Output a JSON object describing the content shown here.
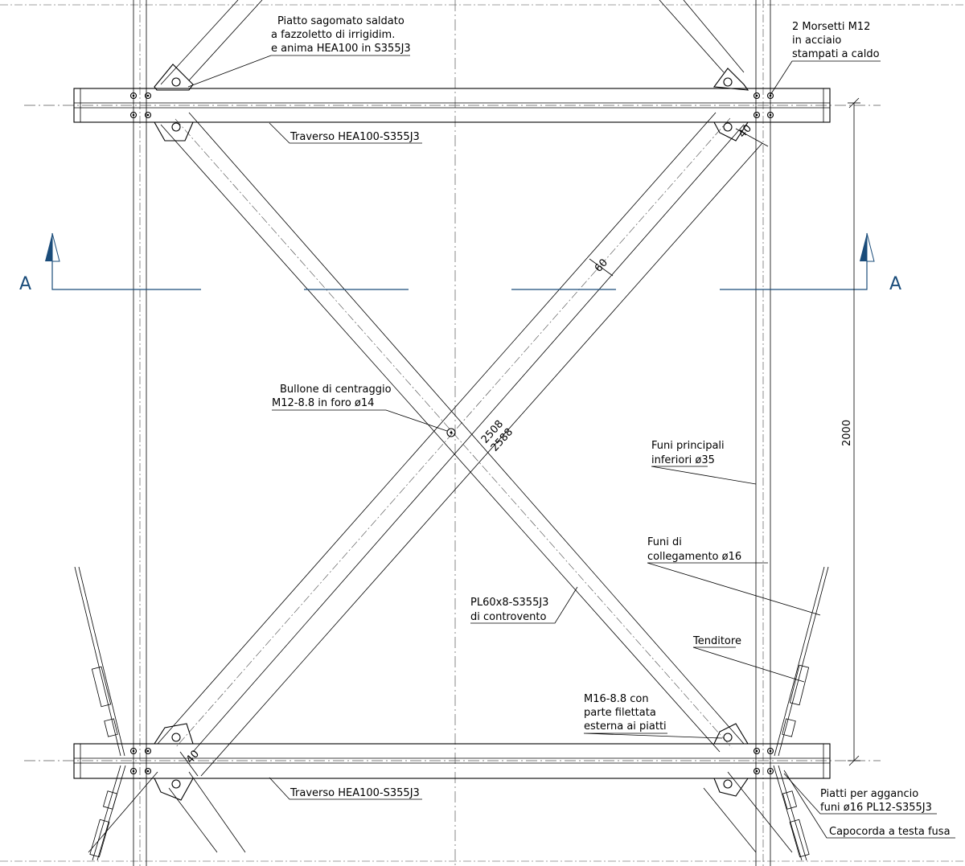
{
  "labels": {
    "piatto_sagomato": [
      "Piatto sagomato saldato",
      "a fazzoletto di irrigidim.",
      "e anima HEA100 in S355J3"
    ],
    "morsetti": [
      "2 Morsetti M12",
      "in acciaio",
      "stampati a caldo"
    ],
    "traverso_top": "Traverso HEA100-S355J3",
    "traverso_bottom": "Traverso HEA100-S355J3",
    "bullone": [
      "Bullone di centraggio",
      "M12-8.8 in foro ø14"
    ],
    "funi_principali": [
      "Funi principali",
      "inferiori ø35"
    ],
    "funi_collegamento": [
      "Funi di",
      "collegamento ø16"
    ],
    "controvento": [
      "PL60x8-S355J3",
      "di controvento"
    ],
    "tenditore": "Tenditore",
    "m16": [
      "M16-8.8 con",
      "parte filettata",
      "esterna ai piatti"
    ],
    "piatti_aggancio": [
      "Piatti per aggancio",
      "funi ø16 PL12-S355J3"
    ],
    "capocorda": "Capocorda a testa fusa"
  },
  "dimensions": {
    "d40_top": "40",
    "d60": "60",
    "d2508": "2508",
    "d2588": "2588",
    "d2000": "2000",
    "d40_bottom": "40"
  },
  "section": {
    "left": "A",
    "right": "A"
  },
  "colors": {
    "line": "#000000",
    "section_marker": "#1a4c7a"
  }
}
